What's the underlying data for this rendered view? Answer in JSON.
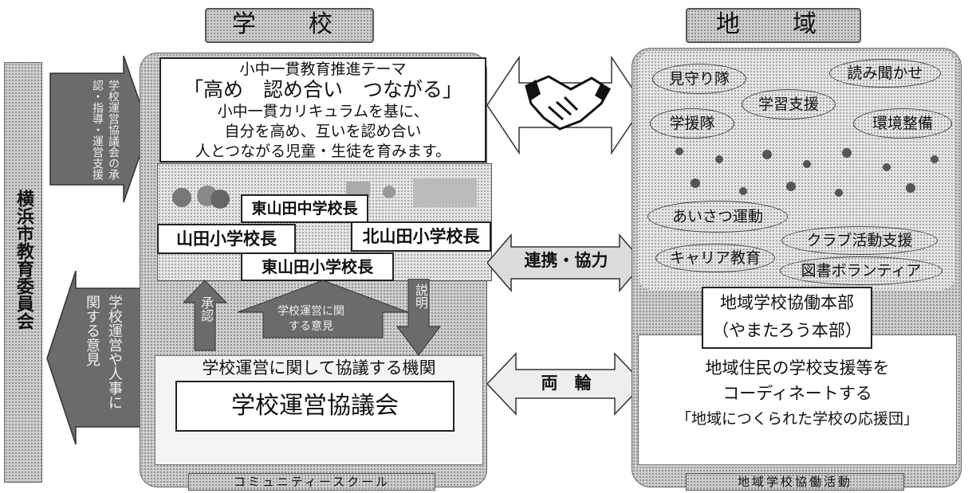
{
  "headers": {
    "school": "学　校",
    "community": "地　域"
  },
  "board": "横浜市教育委員会",
  "arrows": {
    "board_to_school": "学校運営協議会の承認・指導・運営支援",
    "school_to_board": "学校運営や人事に関する意見",
    "mutual": "連携・協力",
    "wheels": "両　輪",
    "approval": "承認",
    "opinion": "学校運営に関する意見",
    "explanation": "説明"
  },
  "theme": {
    "heading": "小中一貫教育推進テーマ",
    "slogan": "「高め　認め合い　つながる」",
    "line1": "小中一貫カリキュラムを基に、",
    "line2": "自分を高め、互いを認め合い",
    "line3": "人とつながる児童・生徒を育みます。"
  },
  "principals": {
    "higashiyamada_jhs": "東山田中学校長",
    "yamada_es": "山田小学校長",
    "kitayamada_es": "北山田小学校長",
    "higashiyamada_es": "東山田小学校長"
  },
  "council": {
    "subtitle": "学校運営に関して協議する機関",
    "name": "学校運営協議会",
    "footer": "コミュニティースクール"
  },
  "activities": [
    "見守り隊",
    "読み聞かせ",
    "学習支援",
    "学援隊",
    "環境整備",
    "あいさつ運動",
    "クラブ活動支援",
    "キャリア教育",
    "図書ボランティア"
  ],
  "hq": {
    "title1": "地域学校協働本部",
    "title2": "（やまたろう本部）",
    "line1": "地域住民の学校支援等を",
    "line2": "コーディネートする",
    "line3": "「地域につくられた学校の応援団」",
    "footer": "地域学校協働活動"
  }
}
